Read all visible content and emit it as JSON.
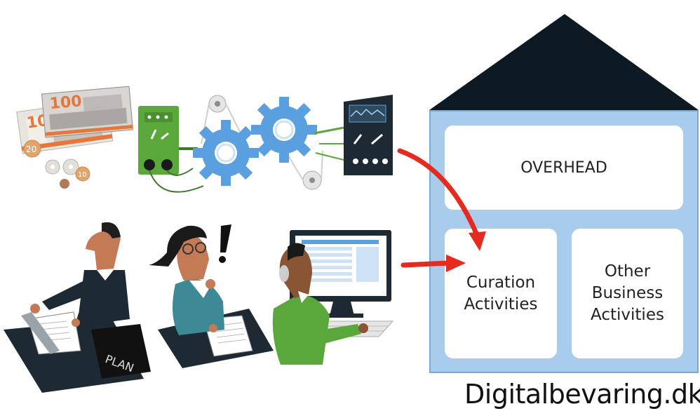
{
  "house": {
    "top_box_label": "OVERHEAD",
    "left_box_label": "Curation\nActivities",
    "right_box_label": "Other\nBusiness\nActivities"
  },
  "illustrations": {
    "money": {
      "banknote_values": [
        "10",
        "100"
      ],
      "coin_values": [
        "20",
        "10"
      ]
    },
    "planning_document_label": "PLAN"
  },
  "watermark": "Digitalbevaring.dk",
  "colors": {
    "roof": "#0d1a24",
    "house_fill": "#a9cbec",
    "house_border": "#7aa8d6",
    "box_fill": "#ffffff",
    "arrow": "#e52a1f",
    "gear": "#5aa0e0",
    "panel_green": "#5aa83c",
    "panel_dark": "#1e2a33"
  },
  "icons": [
    "banknote-icon",
    "coin-icon",
    "switch-panel-icon",
    "gear-icon",
    "control-panel-icon",
    "person-icon",
    "exclamation-icon",
    "monitor-icon",
    "keyboard-icon",
    "arrow-icon"
  ]
}
